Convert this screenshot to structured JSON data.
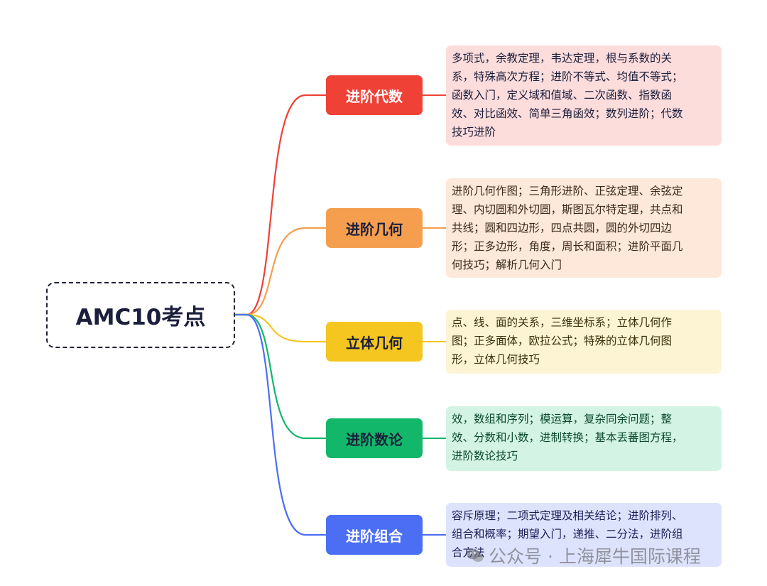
{
  "root": {
    "label": "AMC10考点"
  },
  "colors": {
    "algebra": "#ef4136",
    "geometry": "#f59e4d",
    "solid": "#f4c61f",
    "number": "#12b76a",
    "combinatorics": "#4b6ef5"
  },
  "branches": [
    {
      "label": "进阶代数",
      "color": "#ef4136",
      "text_color": "#ffffff",
      "leaf_bg": "#fddcdc",
      "leaf_fg": "#1b1f3b",
      "leaf": "多项式，余教定理，韦达定理，根与系数的关\n系，特殊高次方程；进阶不等式、均值不等式；\n函数入门，定义域和值域、二次函数、指数函\n效、对比函效、简单三角函效；数列进阶；代数\n技巧进阶"
    },
    {
      "label": "进阶几何",
      "color": "#f59e4d",
      "text_color": "#1b1f3b",
      "leaf_bg": "#fde8d9",
      "leaf_fg": "#3b2a1a",
      "leaf": "进阶几何作图；三角形进阶、正弦定理、余弦定\n理、内切圆和外切圆，斯图瓦尔特定理，共点和\n共线；圆和四边形，四点共圆，圆的外切四边\n形；正多边形，角度，周长和面积；进阶平面几\n何技巧；解析几何入门"
    },
    {
      "label": "立体几何",
      "color": "#f4c61f",
      "text_color": "#1b1f3b",
      "leaf_bg": "#fdf4d3",
      "leaf_fg": "#3b2f0a",
      "leaf": "点、线、面的关系，三维坐标系；立体几何作\n图；正多面体，欧拉公式；特殊的立体几何图\n形，立体几何技巧"
    },
    {
      "label": "进阶数论",
      "color": "#12b76a",
      "text_color": "#1b1f3b",
      "leaf_bg": "#d3f3e4",
      "leaf_fg": "#0b4a2e",
      "leaf": "效，数组和序列；模运算，复杂同余问题；整\n效、分数和小数，进制转换；基本丢蕃图方程，\n进阶数论技巧"
    },
    {
      "label": "进阶组合",
      "color": "#4b6ef5",
      "text_color": "#ffffff",
      "leaf_bg": "#dde3fc",
      "leaf_fg": "#1b1f5a",
      "leaf": "容斥原理；二项式定理及相关结论；进阶排列、\n组合和概率；期望入门，递推、二分法，进阶组\n合方法"
    }
  ],
  "watermark": {
    "text": "公众号 · 上海犀牛国际课程"
  }
}
